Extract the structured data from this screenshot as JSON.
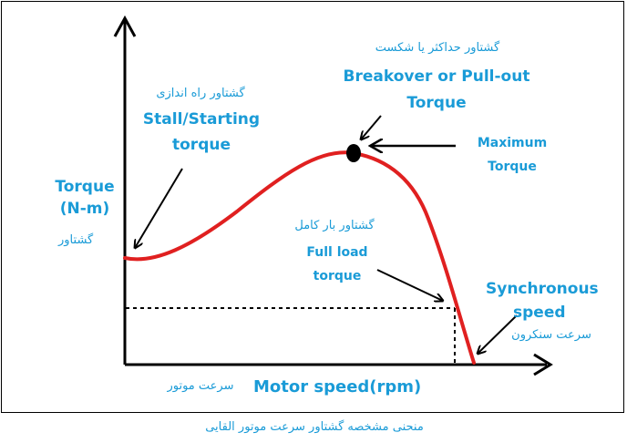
{
  "labels": {
    "y_axis_en_1": "Torque",
    "y_axis_en_2": "(N-m)",
    "y_axis_fa": "گشتاور",
    "stall_fa": "گشتاور راه اندازی",
    "stall_en_1": "Stall/Starting",
    "stall_en_2": "torque",
    "breakover_fa": "گشتاور حداکثر یا شکست",
    "breakover_en_1": "Breakover or Pull-out",
    "breakover_en_2": "Torque",
    "maximum_en_1": "Maximum",
    "maximum_en_2": "Torque",
    "fullload_fa": "گشتاور بار کامل",
    "fullload_en_1": "Full load",
    "fullload_en_2": "torque",
    "sync_en_1": "Synchronous",
    "sync_en_2": "speed",
    "sync_fa": "سرعت سنکرون",
    "x_axis_fa": "سرعت موتور",
    "x_axis_en": "Motor speed(rpm)",
    "caption": "منحنی مشخصه گشتاور سرعت موتور القایی"
  },
  "colors": {
    "text": "#1a9bd7",
    "curve": "#e02020",
    "axis": "#000000"
  }
}
